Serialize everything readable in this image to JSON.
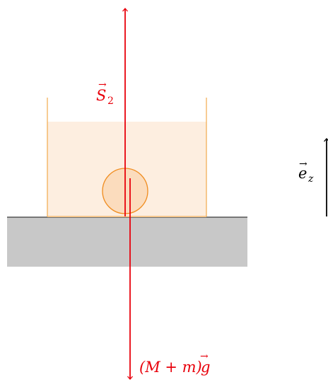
{
  "colors": {
    "force": "#e8000b",
    "container_stroke": "#f0a23c",
    "liquid_fill": "#fdeee0",
    "ball_fill": "#fbdcbd",
    "ball_stroke": "#f08c1e",
    "table_fill": "#c8c8c8",
    "table_stroke": "#3a3a3a",
    "axis": "#000000"
  },
  "labels": {
    "s2_symbol": "S",
    "s2_subscript": "2",
    "weight_open": "(M + m)",
    "weight_symbol": "g",
    "axis_symbol": "e",
    "axis_subscript": "z",
    "vector_arrow": "→"
  }
}
